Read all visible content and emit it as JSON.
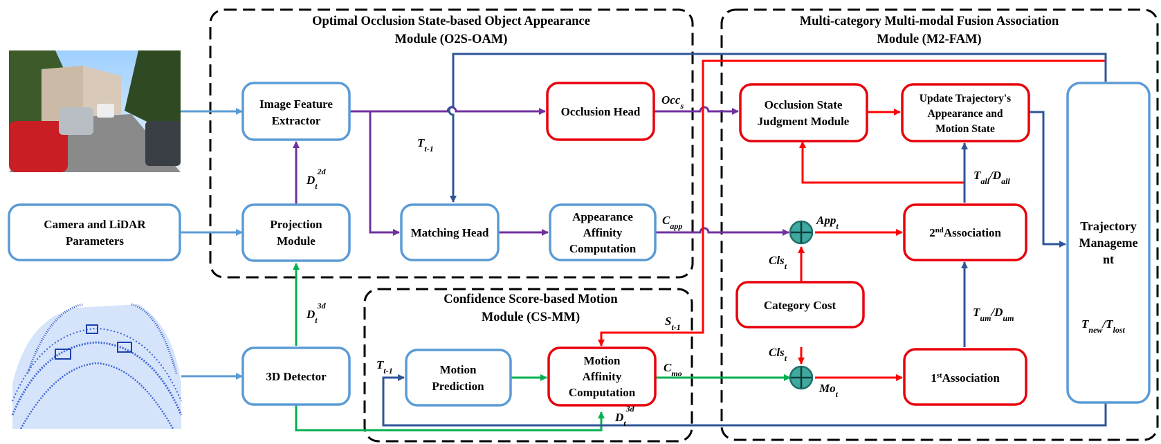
{
  "modules": {
    "oam_title_line1": "Optimal Occlusion State-based Object Appearance",
    "oam_title_line2": "Module (O2S-OAM)",
    "fam_title_line1": "Multi-category Multi-modal Fusion Association",
    "fam_title_line2": "Module (M2-FAM)",
    "csmm_title_line1": "Confidence Score-based Motion",
    "csmm_title_line2": "Module (CS-MM)"
  },
  "boxes": {
    "image_feature_extractor": [
      "Image Feature",
      "Extractor"
    ],
    "camera_lidar_params": [
      "Camera and LiDAR",
      "Parameters"
    ],
    "projection_module": [
      "Projection",
      "Module"
    ],
    "detector_3d": [
      "3D Detector"
    ],
    "occlusion_head": [
      "Occlusion Head"
    ],
    "matching_head": [
      "Matching Head"
    ],
    "appearance_affinity": [
      "Appearance",
      "Affinity",
      "Computation"
    ],
    "motion_prediction": [
      "Motion",
      "Prediction"
    ],
    "motion_affinity": [
      "Motion",
      "Affinity",
      "Computation"
    ],
    "occlusion_state_judgment": [
      "Occlusion State",
      "Judgment Module"
    ],
    "update_trajectory": [
      "Update Trajectory's",
      "Appearance and",
      "Motion State"
    ],
    "category_cost": [
      "Category Cost"
    ],
    "association_2nd": {
      "num": "2",
      "sup": "nd",
      "text": "Association"
    },
    "association_1st": {
      "num": "1",
      "sup": "st",
      "text": "Association"
    },
    "trajectory_management": [
      "Trajectory",
      "Manageme",
      "nt"
    ]
  },
  "labels": {
    "occ": {
      "base": "Occ",
      "sub": "s"
    },
    "t_prev_top": {
      "base": "T",
      "sub": "t-1"
    },
    "d_2d": {
      "base": "D",
      "sub": "t",
      "sup": "2d"
    },
    "d_3d_left": {
      "base": "D",
      "sub": "t",
      "sup": "3d"
    },
    "c_app": {
      "base": "C",
      "sub": "app"
    },
    "s_prev": {
      "base": "S",
      "sub": "t-1"
    },
    "t_prev_bottom": {
      "base": "T",
      "sub": "t-1"
    },
    "c_mo": {
      "base": "C",
      "sub": "mo"
    },
    "d_3d_bottom": {
      "base": "D",
      "sub": "t",
      "sup": "3d"
    },
    "app_t": {
      "base": "App",
      "sub": "t"
    },
    "cls_t_top": {
      "base": "Cls",
      "sub": "t"
    },
    "cls_t_bottom": {
      "base": "Cls",
      "sub": "t"
    },
    "mo_t": {
      "base": "Mo",
      "sub": "t"
    },
    "t_all": {
      "base": "T",
      "sub": "all",
      "slash": "/",
      "base2": "D",
      "sub2": "all"
    },
    "t_um": {
      "base": "T",
      "sub": "um",
      "slash": "/",
      "base2": "D",
      "sub2": "um"
    },
    "t_new": {
      "base": "T",
      "sub": "new",
      "slash": "/",
      "base2": "T",
      "sub2": "lost"
    }
  },
  "colors": {
    "blue_arrow": "#5b9bd5",
    "dark_blue_arrow": "#2f5597",
    "purple_arrow": "#7030a0",
    "red_arrow": "#ff0000",
    "green_arrow": "#00b050",
    "blue_box_border": "#5b9bd5",
    "red_box_border": "#e8000b",
    "fusion_node": "#2e8b8b"
  }
}
